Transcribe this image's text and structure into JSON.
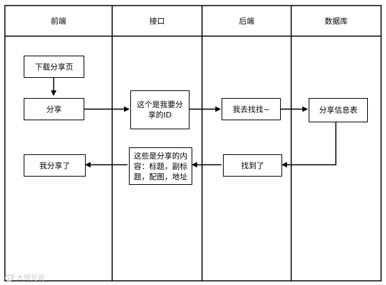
{
  "lanes": [
    {
      "title": "前端"
    },
    {
      "title": "接口"
    },
    {
      "title": "后端"
    },
    {
      "title": "数据库"
    }
  ],
  "boxes": {
    "download_page": "下载分享页",
    "share": "分享",
    "api_share_id": "这个是我要分\n享的ID",
    "backend_search": "我去找找~",
    "share_info_table": "分享信息表",
    "backend_found": "找到了",
    "api_content": "这些是分享的内\n容：标题，副标\n题，配图，地址",
    "shared_done": "我分享了"
  },
  "watermark": "大师兄说"
}
